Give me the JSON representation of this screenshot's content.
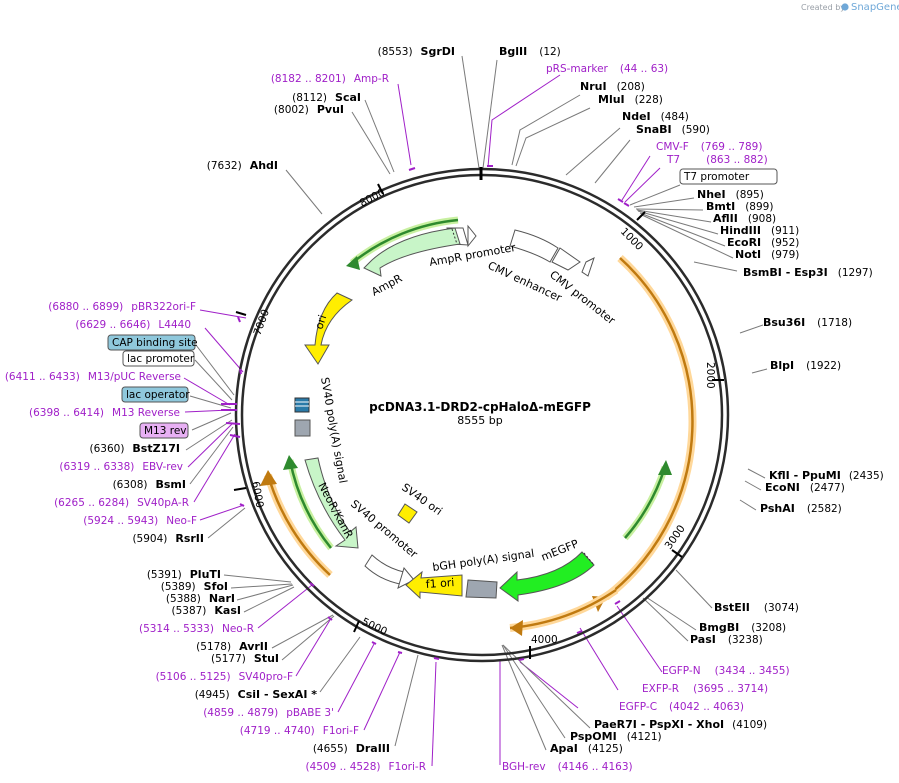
{
  "credit": {
    "created_by": "Created by",
    "brand": "SnapGene"
  },
  "plasmid": {
    "name": "pcDNA3.1-DRD2-cpHaloΔ-mEGFP",
    "length": "8555 bp"
  },
  "ticks": [
    "1000",
    "2000",
    "3000",
    "4000",
    "5000",
    "6000",
    "7000",
    "8000"
  ],
  "sites_right": [
    {
      "pos": "(12)",
      "name": "BglII"
    },
    {
      "pos": "(44 .. 63)",
      "name": "pRS-marker",
      "purple": true
    },
    {
      "pos": "(208)",
      "name": "NruI"
    },
    {
      "pos": "(228)",
      "name": "MluI"
    },
    {
      "pos": "(484)",
      "name": "NdeI"
    },
    {
      "pos": "(590)",
      "name": "SnaBI"
    },
    {
      "pos": "(769 .. 789)",
      "name": "CMV-F",
      "purple": true
    },
    {
      "pos": "(863 .. 882)",
      "name": "T7",
      "purple": true
    },
    {
      "name": "T7 promoter",
      "box": "white"
    },
    {
      "pos": "(895)",
      "name": "NheI"
    },
    {
      "pos": "(899)",
      "name": "BmtI"
    },
    {
      "pos": "(908)",
      "name": "AflII"
    },
    {
      "pos": "(911)",
      "name": "HindIII"
    },
    {
      "pos": "(952)",
      "name": "EcoRI"
    },
    {
      "pos": "(979)",
      "name": "NotI"
    },
    {
      "pos": "(1297)",
      "name": "BsmBI - Esp3I"
    },
    {
      "pos": "(1718)",
      "name": "Bsu36I"
    },
    {
      "pos": "(1922)",
      "name": "BlpI"
    },
    {
      "pos": "(2435)",
      "name": "KflI - PpuMI"
    },
    {
      "pos": "(2477)",
      "name": "EcoNI"
    },
    {
      "pos": "(2582)",
      "name": "PshAI"
    },
    {
      "pos": "(3074)",
      "name": "BstEII"
    },
    {
      "pos": "(3208)",
      "name": "BmgBI"
    },
    {
      "pos": "(3238)",
      "name": "PasI"
    },
    {
      "pos": "(3434 .. 3455)",
      "name": "EGFP-N",
      "purple": true
    },
    {
      "pos": "(3695 .. 3714)",
      "name": "EXFP-R",
      "purple": true
    },
    {
      "pos": "(4042 .. 4063)",
      "name": "EGFP-C",
      "purple": true
    },
    {
      "pos": "(4109)",
      "name": "PaeR7I - PspXI - XhoI"
    },
    {
      "pos": "(4121)",
      "name": "PspOMI"
    },
    {
      "pos": "(4125)",
      "name": "ApaI"
    },
    {
      "pos": "(4146 .. 4163)",
      "name": "BGH-rev",
      "purple": true
    }
  ],
  "sites_left": [
    {
      "pos": "(8553)",
      "name": "SgrDI"
    },
    {
      "pos": "(8182 .. 8201)",
      "name": "Amp-R",
      "purple": true
    },
    {
      "pos": "(8112)",
      "name": "ScaI"
    },
    {
      "pos": "(8002)",
      "name": "PvuI"
    },
    {
      "pos": "(7632)",
      "name": "AhdI"
    },
    {
      "pos": "(6880 .. 6899)",
      "name": "pBR322ori-F",
      "purple": true
    },
    {
      "pos": "(6629 .. 6646)",
      "name": "L4440",
      "purple": true
    },
    {
      "name": "CAP binding site",
      "box": "teal"
    },
    {
      "name": "lac promoter",
      "box": "white"
    },
    {
      "pos": "(6411 .. 6433)",
      "name": "M13/pUC Reverse",
      "purple": true
    },
    {
      "name": "lac operator",
      "box": "teal"
    },
    {
      "pos": "(6398 .. 6414)",
      "name": "M13 Reverse",
      "purple": true
    },
    {
      "name": "M13 rev",
      "box": "purple"
    },
    {
      "pos": "(6360)",
      "name": "BstZ17I"
    },
    {
      "pos": "(6319 .. 6338)",
      "name": "EBV-rev",
      "purple": true
    },
    {
      "pos": "(6308)",
      "name": "BsmI"
    },
    {
      "pos": "(6265 .. 6284)",
      "name": "SV40pA-R",
      "purple": true
    },
    {
      "pos": "(5924 .. 5943)",
      "name": "Neo-F",
      "purple": true
    },
    {
      "pos": "(5904)",
      "name": "RsrII"
    },
    {
      "pos": "(5391)",
      "name": "PluTI"
    },
    {
      "pos": "(5389)",
      "name": "SfoI"
    },
    {
      "pos": "(5388)",
      "name": "NarI"
    },
    {
      "pos": "(5387)",
      "name": "KasI"
    },
    {
      "pos": "(5314 .. 5333)",
      "name": "Neo-R",
      "purple": true
    },
    {
      "pos": "(5178)",
      "name": "AvrII"
    },
    {
      "pos": "(5177)",
      "name": "StuI"
    },
    {
      "pos": "(5106 .. 5125)",
      "name": "SV40pro-F",
      "purple": true
    },
    {
      "pos": "(4945)",
      "name": "CsiI - SexAI *"
    },
    {
      "pos": "(4859 .. 4879)",
      "name": "pBABE 3'",
      "purple": true
    },
    {
      "pos": "(4719 .. 4740)",
      "name": "F1ori-F",
      "purple": true
    },
    {
      "pos": "(4655)",
      "name": "DraIII"
    },
    {
      "pos": "(4509 .. 4528)",
      "name": "F1ori-R",
      "purple": true
    }
  ],
  "features": {
    "ampr_promoter": "AmpR promoter",
    "cmv_enhancer": "CMV enhancer",
    "cmv_promoter": "CMV promoter",
    "ampr": "AmpR",
    "ori": "ori",
    "sv40_polya": "SV40 poly(A) signal",
    "neo": "NeoR/KanR",
    "sv40_promoter": "SV40 promoter",
    "sv40_ori": "SV40 ori",
    "f1_ori": "f1 ori",
    "bgh_polya": "bGH poly(A) signal",
    "megfp": "mEGFP"
  },
  "colors": {
    "backbone": "#2b2b2b",
    "primer": "#a020c8",
    "promoter": "#ffffff",
    "ampr": "#c8f5c8",
    "ori": "#ffee00",
    "egfp": "#22ee22",
    "orf_orange": "#ff9c19",
    "orf_green": "#2ea22e",
    "terminator": "#9ea6b0",
    "teal_box": "#8fc8dc",
    "purple_box": "#e8b0f4"
  }
}
